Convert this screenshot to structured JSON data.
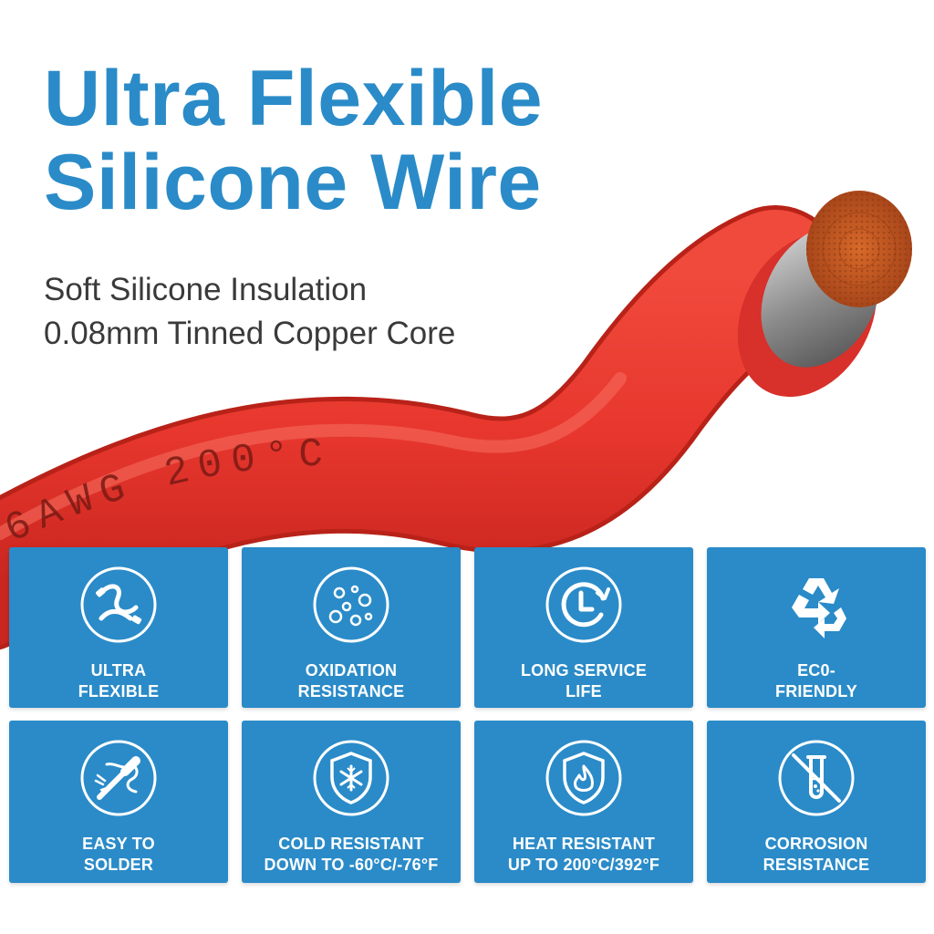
{
  "headline": {
    "line1": "Ultra Flexible",
    "line2": "Silicone Wire"
  },
  "subheadline": {
    "line1": "Soft Silicone Insulation",
    "line2": "0.08mm Tinned Copper Core"
  },
  "wire": {
    "print_text": "6AWG  200°C",
    "jacket_color": "#e8372e",
    "core_color": "#c55a1c"
  },
  "accent_color": "#2a8bc8",
  "features": [
    {
      "icon": "flexible-wire-icon",
      "line1": "ULTRA",
      "line2": "FLEXIBLE"
    },
    {
      "icon": "bubbles-icon",
      "line1": "OXIDATION",
      "line2": "RESISTANCE"
    },
    {
      "icon": "clock-icon",
      "line1": "LONG SERVICE",
      "line2": "LIFE"
    },
    {
      "icon": "recycle-icon",
      "line1": "EC0-",
      "line2": "FRIENDLY"
    },
    {
      "icon": "soldering-icon",
      "line1": "EASY TO",
      "line2": "SOLDER"
    },
    {
      "icon": "snowflake-shield-icon",
      "line1": "COLD RESISTANT",
      "line2": "DOWN TO -60°C/-76°F"
    },
    {
      "icon": "flame-shield-icon",
      "line1": "HEAT RESISTANT",
      "line2": "UP TO 200°C/392°F"
    },
    {
      "icon": "test-tube-icon",
      "line1": "CORROSION",
      "line2": "RESISTANCE"
    }
  ]
}
